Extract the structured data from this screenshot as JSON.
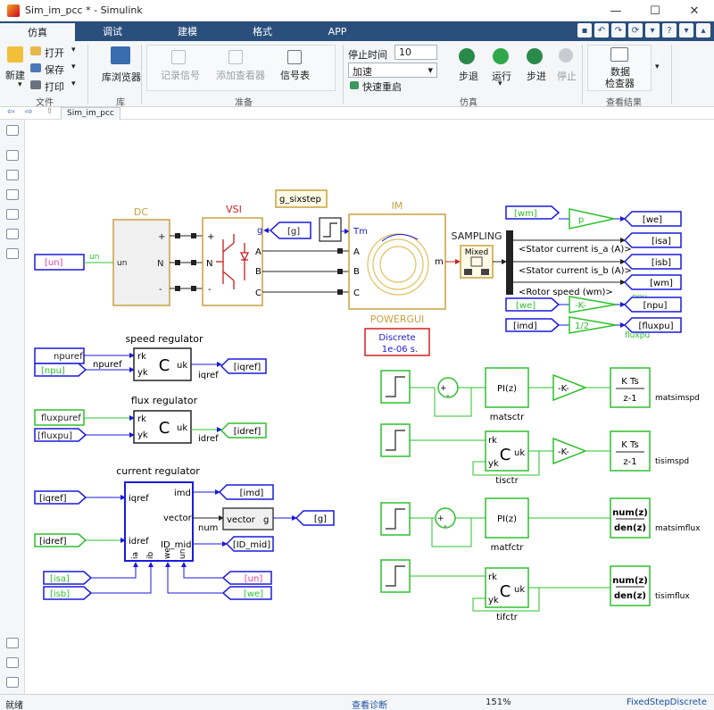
{
  "window": {
    "title": "Sim_im_pcc * - Simulink"
  },
  "tabs": [
    "仿真",
    "调试",
    "建模",
    "格式",
    "APP"
  ],
  "ribbon": {
    "new_label": "新建",
    "open_label": "打开",
    "save_label": "保存",
    "print_label": "打印",
    "file_group": "文件",
    "library_label": "库浏览器",
    "library_group": "库",
    "record_label": "记录信号",
    "viewer_label": "添加查看器",
    "signal_table_label": "信号表",
    "prepare_group": "准备",
    "stop_time_label": "停止时间",
    "stop_time_value": "10",
    "mode_value": "加速",
    "fast_restart_label": "快速重启",
    "step_back_label": "步退",
    "run_label": "运行",
    "step_forward_label": "步进",
    "stop_label": "停止",
    "sim_group": "仿真",
    "data_inspector_line1": "数据",
    "data_inspector_line2": "检查器",
    "results_group": "查看结果"
  },
  "breadcrumb": "Sim_im_pcc",
  "diagram": {
    "dc_label": "DC",
    "dc_port": "un",
    "dc_out_label": "un",
    "dc_plus": "+",
    "dc_n": "N",
    "dc_minus": "-",
    "vsi_label": "VSI",
    "vsi_g": "g",
    "vsi_plus": "+",
    "vsi_n": "N",
    "vsi_minus": "-",
    "vsi_a": "A",
    "vsi_b": "B",
    "vsi_c": "C",
    "g_sixstep": "g_sixstep",
    "g_from": "[g]",
    "im_label": "IM",
    "im_tm": "Tm",
    "im_m": "m",
    "im_a": "A",
    "im_b": "B",
    "im_c": "C",
    "powergui_label": "POWERGUI",
    "powergui_line1": "Discrete",
    "powergui_line2": "1e-06 s.",
    "sampling_label": "SAMPLING",
    "sampling_mixed": "Mixed",
    "bus_stator_a": "<Stator current is_a (A)>",
    "bus_stator_b": "<Stator current is_b (A)>",
    "bus_rotor": "<Rotor speed (wm)>",
    "tag_wm_from": "[wm]",
    "gain_p": "p",
    "tag_we_goto": "[we]",
    "tag_isa_goto": "[isa]",
    "tag_isb_goto": "[isb]",
    "tag_wm_goto": "[wm]",
    "tag_we_from": "[we]",
    "gain_k": "-K-",
    "npu_label": "npu",
    "tag_npu_goto": "[npu]",
    "tag_imd_from": "[imd]",
    "gain_half": "1/2",
    "fluxpu_label": "fluxpu",
    "tag_fluxpu_goto": "[fluxpu]",
    "tag_un_from": "[un]",
    "speed_reg_label": "speed regulator",
    "npuref_label": "npuref",
    "npuref_line": "npuref",
    "tag_npu_from": "[npu]",
    "rk": "rk",
    "yk": "yk",
    "c_block": "C",
    "uk": "uk",
    "iqref_line": "iqref",
    "tag_iqref_goto": "[iqref]",
    "flux_reg_label": "flux regulator",
    "fluxpuref_label": "fluxpuref",
    "tag_fluxpu_from": "[fluxpu]",
    "idref_line": "idref",
    "tag_idref_goto": "[idref]",
    "current_reg_label": "current regulator",
    "tag_iqref_from": "[iqref]",
    "tag_idref_from": "[idref]",
    "iqref_port": "iqref",
    "idref_port": "idref",
    "imd_port": "imd",
    "vector_port": "vector",
    "id_mid_port": "ID_mid",
    "ia_port": "ia",
    "ib_port": "ib",
    "we_port": "we",
    "un_port": "un",
    "num_line": "num",
    "vector_block": "vector",
    "vector_g": "g",
    "tag_g_goto": "[g]",
    "tag_imd_goto": "[imd]",
    "tag_idmid_goto": "[ID_mid]",
    "tag_isa_from": "[isa]",
    "tag_isb_from": "[isb]",
    "tag_un_from2": "[un]",
    "tag_we_from2": "[we]",
    "sum_plus": "+",
    "sum_minus": "-",
    "pi_block": "PI(z)",
    "gain_k2": "-K-",
    "kts": "K Ts",
    "z1": "z-1",
    "num_z": "num(z)",
    "den_z": "den(z)",
    "matsctr": "matsctr",
    "matsimspd": "matsimspd",
    "tisctr": "tisctr",
    "tisimspd": "tisimspd",
    "matfctr": "matfctr",
    "matsimflux": "matsimflux",
    "tifctr": "tifctr",
    "tisimflux": "tisimflux"
  },
  "status": {
    "ready": "就绪",
    "diagnostics": "查看诊断",
    "zoom": "151%",
    "solver": "FixedStepDiscrete"
  },
  "colors": {
    "ribbon_tab_bg": "#2a4f7d",
    "signal_green": "#2ec02e",
    "goto_blue": "#1a1adc",
    "block_gold": "#c8a040",
    "vsi_red": "#c81e1e"
  }
}
